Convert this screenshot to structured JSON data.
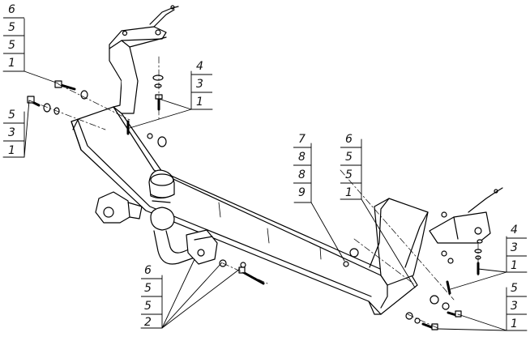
{
  "callouts": {
    "top_left": [
      "6",
      "5",
      "5",
      "1"
    ],
    "left_mid": [
      "5",
      "3",
      "1"
    ],
    "top_center": [
      "4",
      "3",
      "1"
    ],
    "center": [
      "7",
      "8",
      "8",
      "9"
    ],
    "center_right": [
      "6",
      "5",
      "5",
      "1"
    ],
    "right_mid": [
      "4",
      "3",
      "1"
    ],
    "bottom_left": [
      "6",
      "5",
      "5",
      "2"
    ],
    "bottom_right": [
      "5",
      "3",
      "1"
    ]
  }
}
